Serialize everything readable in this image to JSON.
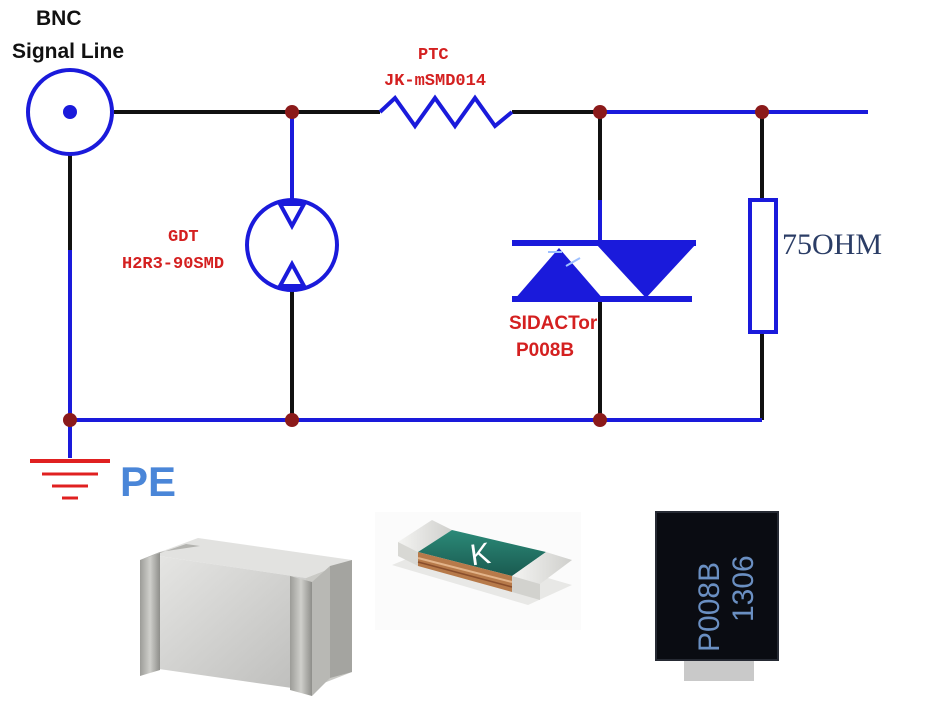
{
  "labels": {
    "bnc_line1": "BNC",
    "bnc_line2": "Signal Line",
    "ptc_line1": "PTC",
    "ptc_line2": "JK-mSMD014",
    "gdt_line1": "GDT",
    "gdt_line2": "H2R3-90SMD",
    "sidactor_line1": "SIDACTor",
    "sidactor_line2": "P008B",
    "resistor": "75OHM",
    "ground": "PE"
  },
  "photos": {
    "ptc_marking": "K",
    "sidactor_marking_line1": "P008B",
    "sidactor_marking_line2": "1306"
  },
  "colors": {
    "wire_black": "#111111",
    "wire_blue": "#1a1adb",
    "junction": "#8b1a1a",
    "label_red": "#d42020",
    "ground_red": "#e02020",
    "pe_blue": "#4a86d8"
  }
}
